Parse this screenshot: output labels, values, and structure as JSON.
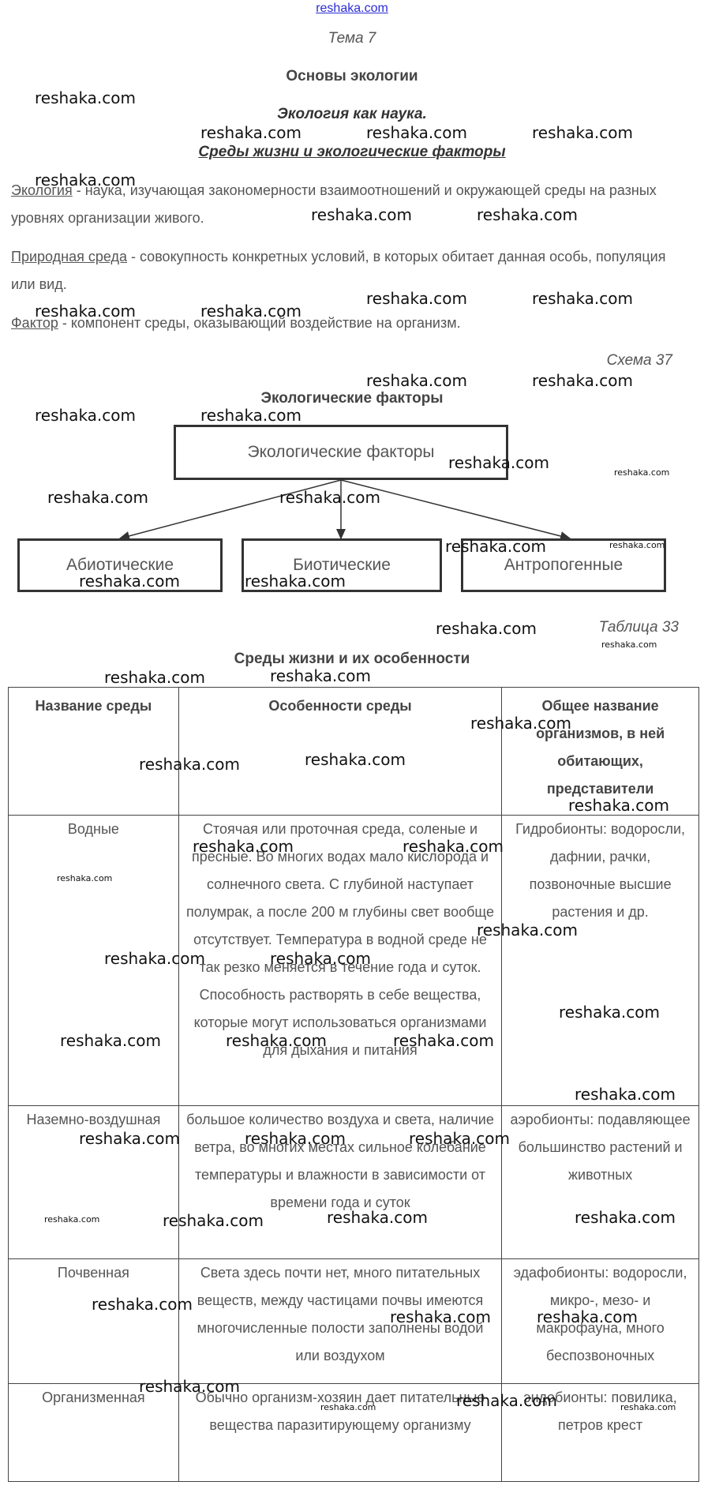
{
  "header": {
    "site": "reshaka.com",
    "topic": "Тема 7",
    "basics": "Основы экологии",
    "ecology_science": "Экология как наука.",
    "environments_factors": "Среды жизни и экологические факторы"
  },
  "definitions": [
    {
      "term": "Экология",
      "text": " - наука, изучающая закономерности взаимоотношений и окружающей среды на разных уровнях организации живого."
    },
    {
      "term": "Природная среда",
      "text": " - совокупность конкретных условий, в которых обитает данная особь, популяция или вид."
    },
    {
      "term": "Фактор",
      "text": " - компонент среды, оказывающий воздействие на организм."
    }
  ],
  "schema": {
    "caption": "Схема 37",
    "title": "Экологические факторы",
    "root": "Экологические факторы",
    "children": [
      "Абиотические",
      "Биотические",
      "Антропогенные"
    ]
  },
  "table": {
    "caption": "Таблица 33",
    "title": "Среды жизни и их особенности",
    "headers": [
      "Название среды",
      "Особенности среды",
      "Общее название организмов, в ней обитающих, представители"
    ],
    "rows": [
      [
        "Водные",
        "Стоячая или проточная среда, соленые и пресные. Во многих водах мало кислорода и солнечного света. С глубиной наступает полумрак, а после 200 м глубины свет вообще отсутствует. Температура в водной среде не так резко меняется в течение года и суток. Способность растворять в себе вещества, которые могут использоваться организмами для дыхания и питания",
        "Гидробионты: водоросли, дафнии, рачки, позвоночные высшие растения и др."
      ],
      [
        "Наземно-воздушная",
        "большое количество воздуха и света, наличие ветра, во многих местах сильное колебание температуры и влажности в зависимости от времени года и суток",
        "аэробионты: подавляющее большинство растений и животных"
      ],
      [
        "Почвенная",
        "Света здесь почти нет, много питательных веществ, между частицами почвы имеются многочисленные полости заполнены водой или воздухом",
        "эдафобионты: водоросли, микро-, мезо- и макрофауна, много беспозвоночных"
      ],
      [
        "Организменная",
        "Обычно организм-хозяин дает питательные вещества паразитирующему организму",
        "эндобионты: повилика, петров крест"
      ]
    ]
  },
  "watermark": "reshaka.com"
}
